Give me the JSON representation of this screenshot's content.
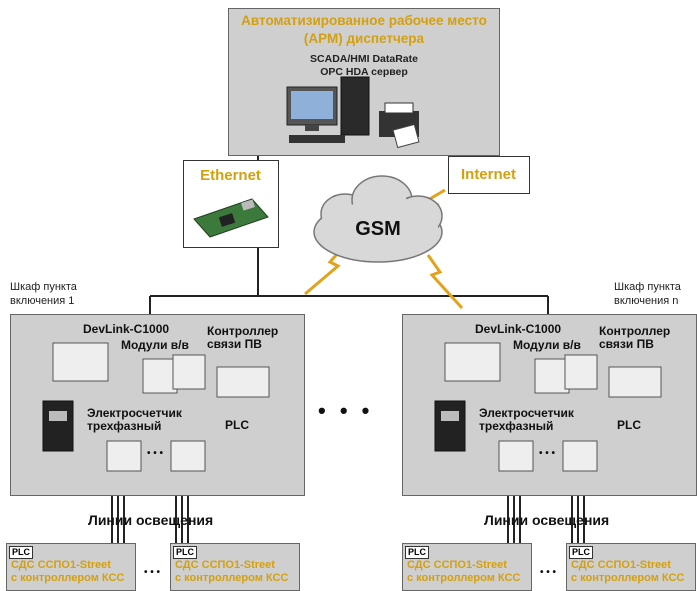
{
  "arm": {
    "title_line1": "Автоматизированное рабочее место",
    "title_line2": "(АРМ) диспетчера",
    "software_line1": "SCADA/HMI DataRate",
    "software_line2": "OPC HDA сервер"
  },
  "ethernet_label": "Ethernet",
  "internet_label": "Internet",
  "gsm_label": "GSM",
  "cabinet_left": {
    "caption_line1": "Шкаф пункта",
    "caption_line2": "включения 1",
    "devlink": "DevLink-C1000",
    "modules": "Модули в/в",
    "controller_line1": "Контроллер",
    "controller_line2": "связи ПВ",
    "meter_line1": "Электросчетчик",
    "meter_line2": "трехфазный",
    "plc": "PLC",
    "lines": "Линии освещения"
  },
  "cabinet_right": {
    "caption_line1": "Шкаф пункта",
    "caption_line2": "включения n",
    "devlink": "DevLink-C1000",
    "modules": "Модули в/в",
    "controller_line1": "Контроллер",
    "controller_line2": "связи ПВ",
    "meter_line1": "Электросчетчик",
    "meter_line2": "трехфазный",
    "plc": "PLC",
    "lines": "Линии освещения"
  },
  "ellipsis": "• • •",
  "breaker_dots": "• • •",
  "bottom_dots": "• • •",
  "plc_tag": "PLC",
  "sds_line1": "СДС ССПО1-Street",
  "sds_line2": "с контроллером КСС",
  "colors": {
    "accent_orange": "#d4a010",
    "box_gray": "#cfcfcf"
  }
}
